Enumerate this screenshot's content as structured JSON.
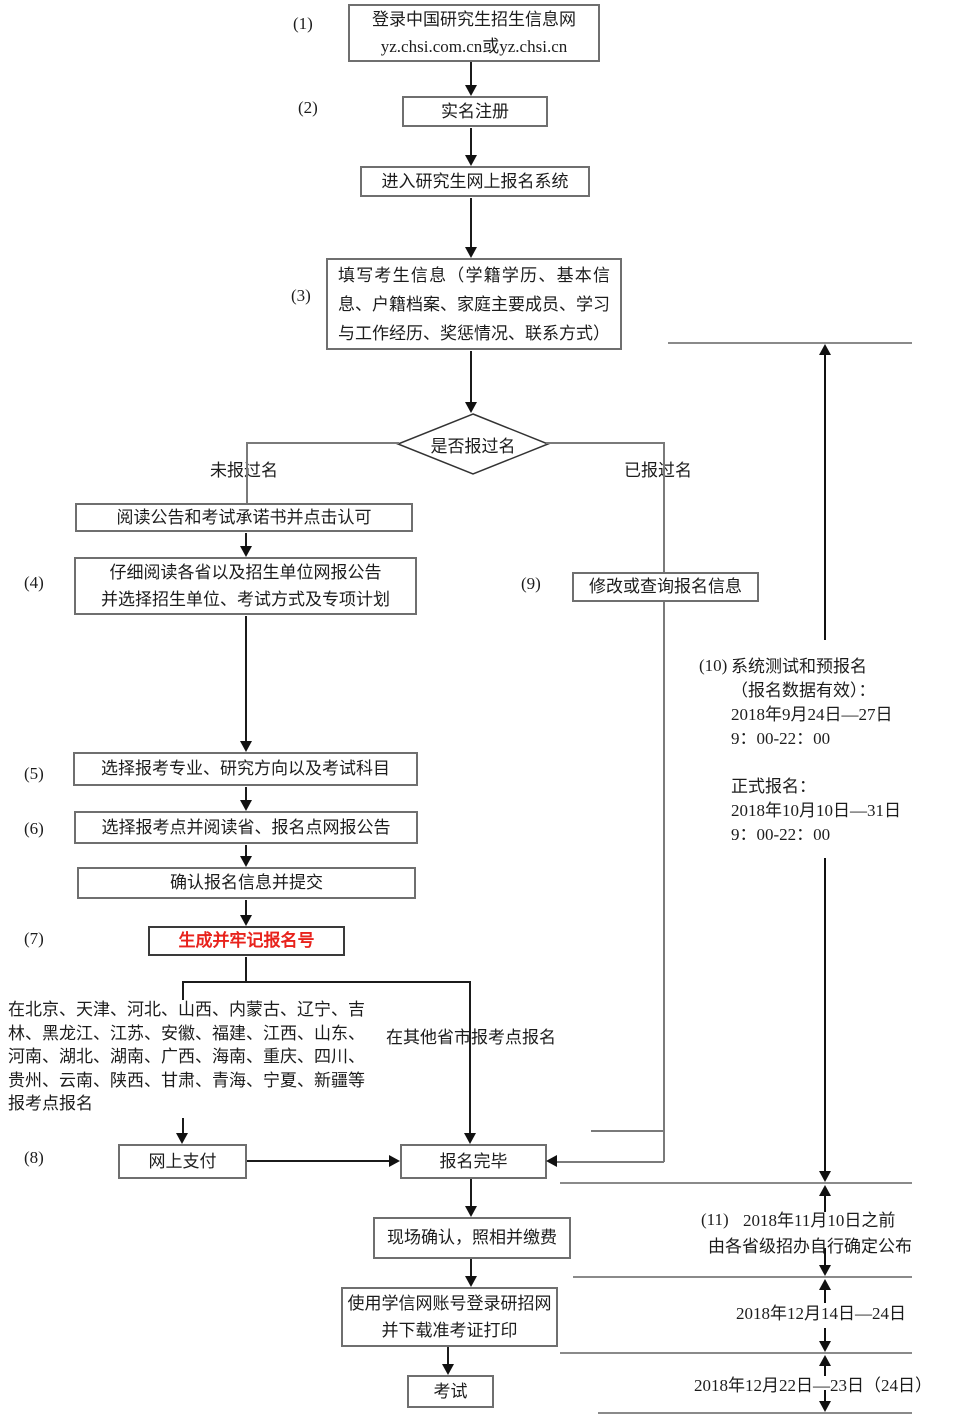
{
  "colors": {
    "accent_red": "#e8221c",
    "line_gray": "#7a7a7a"
  },
  "steps": {
    "n1": "(1)",
    "n2": "(2)",
    "n3": "(3)",
    "n4": "(4)",
    "n5": "(5)",
    "n6": "(6)",
    "n7": "(7)",
    "n8": "(8)",
    "n9": "(9)",
    "n10": "(10)",
    "n11": "(11)"
  },
  "boxes": {
    "login": "登录中国研究生招生信息网\nyz.chsi.com.cn或yz.chsi.cn",
    "register": "实名注册",
    "enter_system": "进入研究生网上报名系统",
    "fill_info": "填写考生信息（学籍学历、基本信息、户籍档案、家庭主要成员、学习与工作经历、奖惩情况、联系方式）",
    "decision": "是否报过名",
    "read_notice": "阅读公告和考试承诺书并点击认可",
    "read_province_notice": "仔细阅读各省以及招生单位网报公告\n并选择招生单位、考试方式及专项计划",
    "modify_query": "修改或查询报名信息",
    "choose_major": "选择报考专业、研究方向以及考试科目",
    "choose_point": "选择报考点并阅读省、报名点网报公告",
    "confirm_submit": "确认报名信息并提交",
    "generate_number": "生成并牢记报名号",
    "online_pay": "网上支付",
    "complete": "报名完毕",
    "onsite_confirm": "现场确认，照相并缴费",
    "download_ticket": "使用学信网账号登录研招网\n并下载准考证打印",
    "exam": "考试"
  },
  "labels": {
    "branch_no": "未报过名",
    "branch_yes": "已报过名",
    "province_list": "在北京、天津、河北、山西、内蒙古、辽宁、吉林、黑龙江、江苏、安徽、福建、江西、山东、河南、湖北、湖南、广西、海南、重庆、四川、贵州、云南、陕西、甘肃、青海、宁夏、新疆等报考点报名",
    "other_province": "在其他省市报考点报名"
  },
  "timeline": {
    "t10_block": "系统测试和预报名\n（报名数据有效）：\n2018年9月24日—27日\n9：00-22：00\n\n正式报名：\n2018年10月10日—31日\n9：00-22：00",
    "t11_line1": "2018年11月10日之前",
    "t11_line2": "由各省级招办自行确定公布",
    "date_dec14": "2018年12月14日—24日",
    "date_dec22": "2018年12月22日—23日（24日）"
  }
}
